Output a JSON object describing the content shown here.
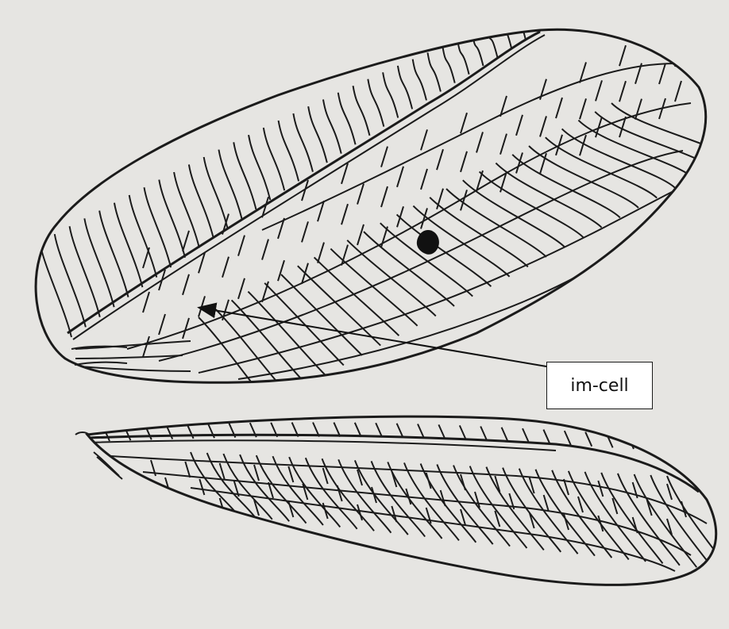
{
  "annotation": {
    "label": "im-cell"
  },
  "colors": {
    "background": "#e6e5e2",
    "ink": "#1b1b1b",
    "label_fill": "#ffffff"
  },
  "parts": [
    "forewing",
    "hindwing",
    "pterostigma-spot",
    "im-cell-arrow"
  ]
}
